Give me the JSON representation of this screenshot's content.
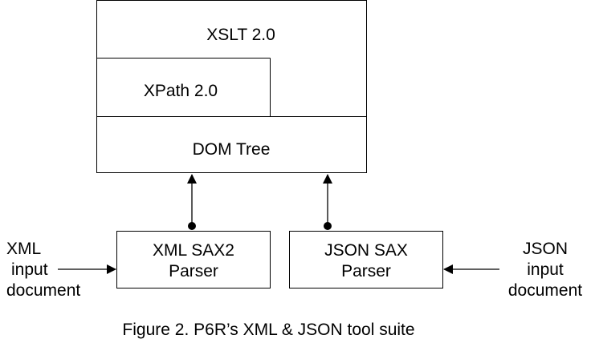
{
  "diagram": {
    "stack": {
      "xslt_label": "XSLT 2.0",
      "xpath_label": "XPath 2.0",
      "dom_label": "DOM Tree"
    },
    "parsers": {
      "xml": {
        "line1": "XML SAX2",
        "line2": "Parser"
      },
      "json": {
        "line1": "JSON SAX",
        "line2": "Parser"
      }
    },
    "inputs": {
      "xml": {
        "line1": "XML",
        "line2": "input",
        "line3": "document"
      },
      "json": {
        "line1": "JSON",
        "line2": "input",
        "line3": "document"
      }
    },
    "caption": "Figure 2. P6R’s XML & JSON tool suite"
  }
}
